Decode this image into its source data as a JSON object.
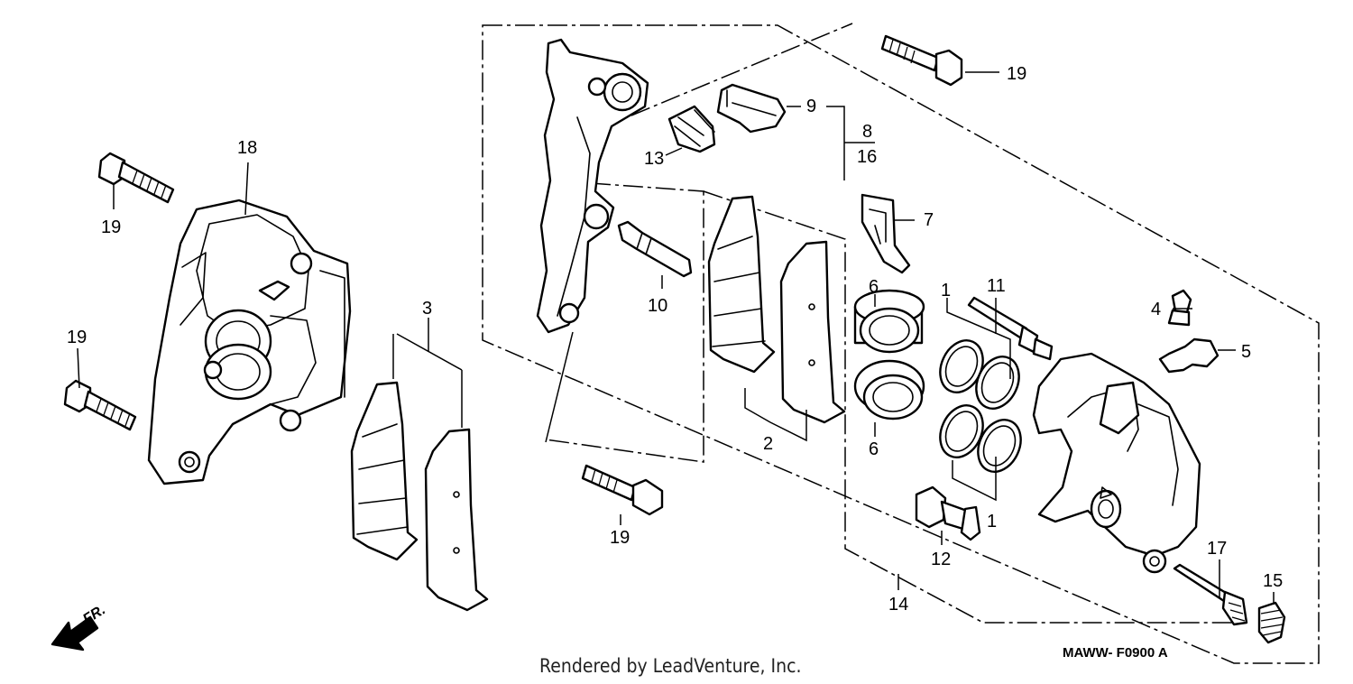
{
  "callouts": {
    "c1a": "1",
    "c1b": "1",
    "c2": "2",
    "c3": "3",
    "c4": "4",
    "c5": "5",
    "c6a": "6",
    "c6b": "6",
    "c7": "7",
    "c8": "8",
    "c9": "9",
    "c10": "10",
    "c11": "11",
    "c12": "12",
    "c13": "13",
    "c14": "14",
    "c15": "15",
    "c16": "16",
    "c17": "17",
    "c18": "18",
    "c19a": "19",
    "c19b": "19",
    "c19c": "19",
    "c19d": "19"
  },
  "direction_label": "FR.",
  "diagram_code": "MAWW- F0900 A",
  "footer": "Rendered by LeadVenture, Inc."
}
